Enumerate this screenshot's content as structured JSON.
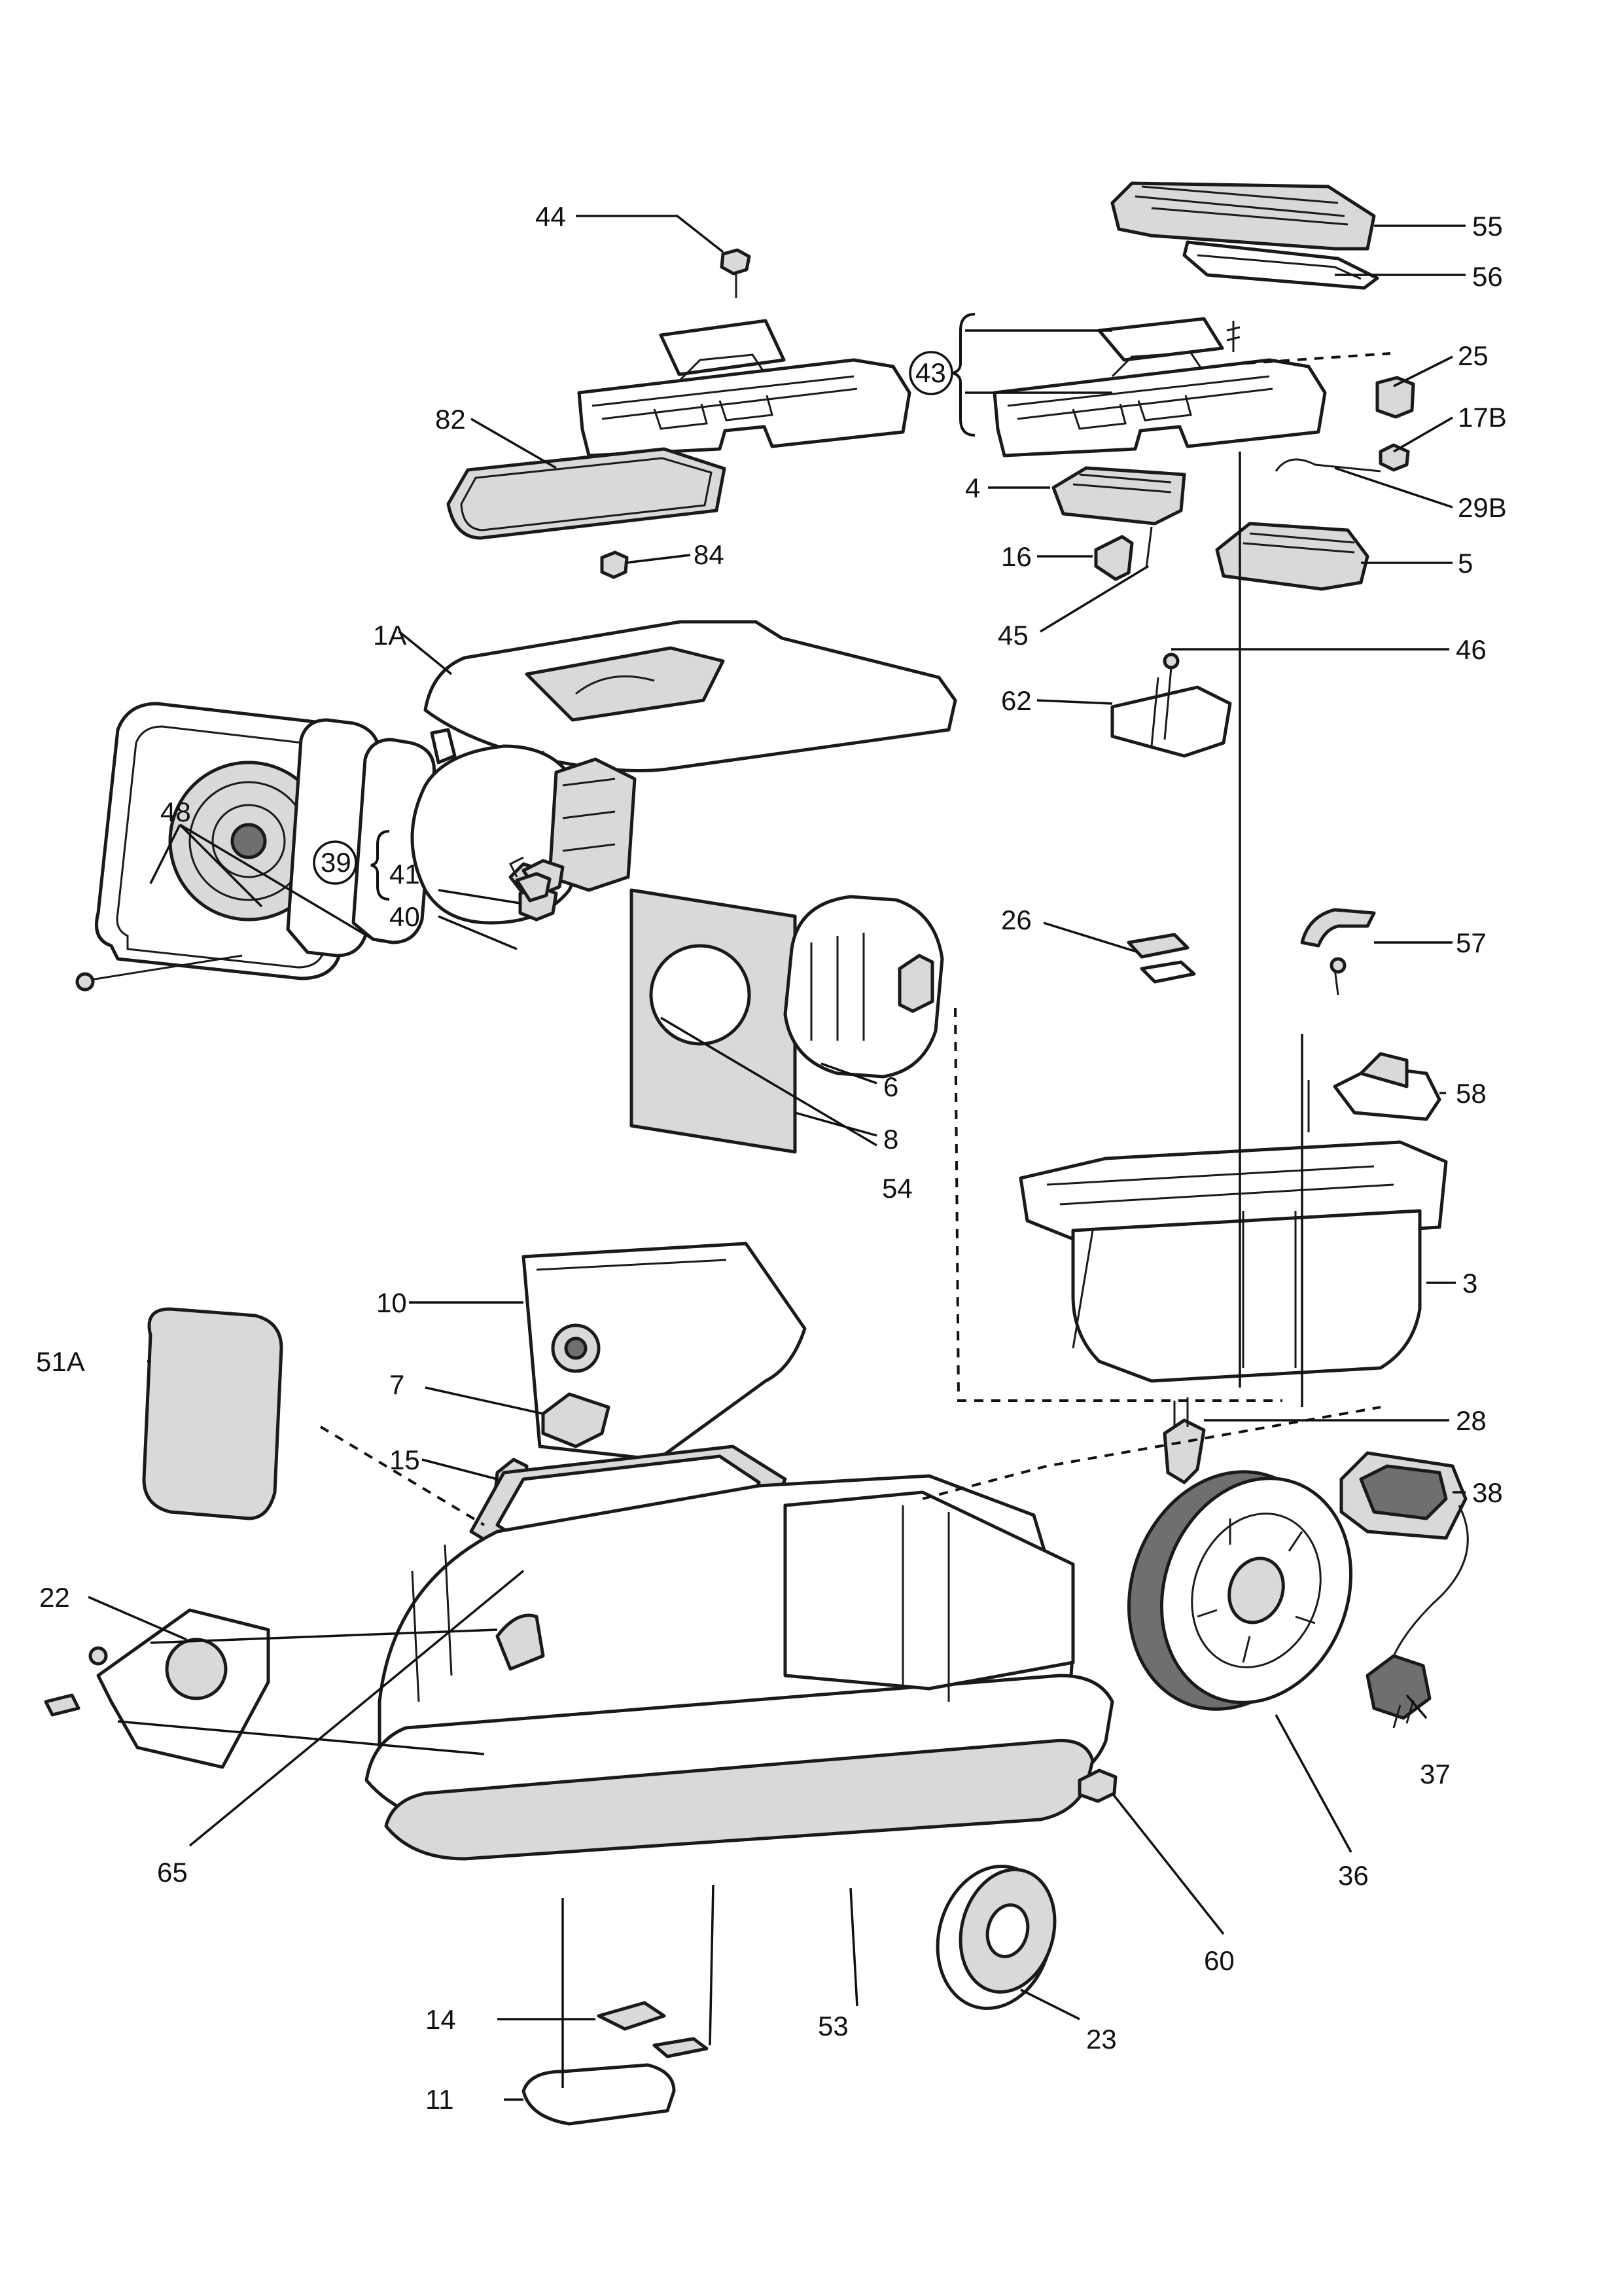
{
  "diagram": {
    "labels": {
      "l44": "44",
      "l55": "55",
      "l56": "56",
      "l43": "43",
      "l25": "25",
      "l17B": "17B",
      "l82": "82",
      "l29B": "29B",
      "l4": "4",
      "l84": "84",
      "l5": "5",
      "l16": "16",
      "l45": "45",
      "l1A": "1A",
      "l46": "46",
      "l62": "62",
      "l48": "48",
      "l39": "39",
      "l41": "41",
      "l40": "40",
      "l26": "26",
      "l57": "57",
      "l6": "6",
      "l58": "58",
      "l8": "8",
      "l54": "54",
      "l3": "3",
      "l10": "10",
      "l51A": "51A",
      "l7": "7",
      "l15": "15",
      "l28": "28",
      "l38": "38",
      "l22": "22",
      "l37": "37",
      "l65": "65",
      "l36": "36",
      "l60": "60",
      "l14": "14",
      "l23": "23",
      "l53": "53",
      "l11": "11"
    }
  }
}
